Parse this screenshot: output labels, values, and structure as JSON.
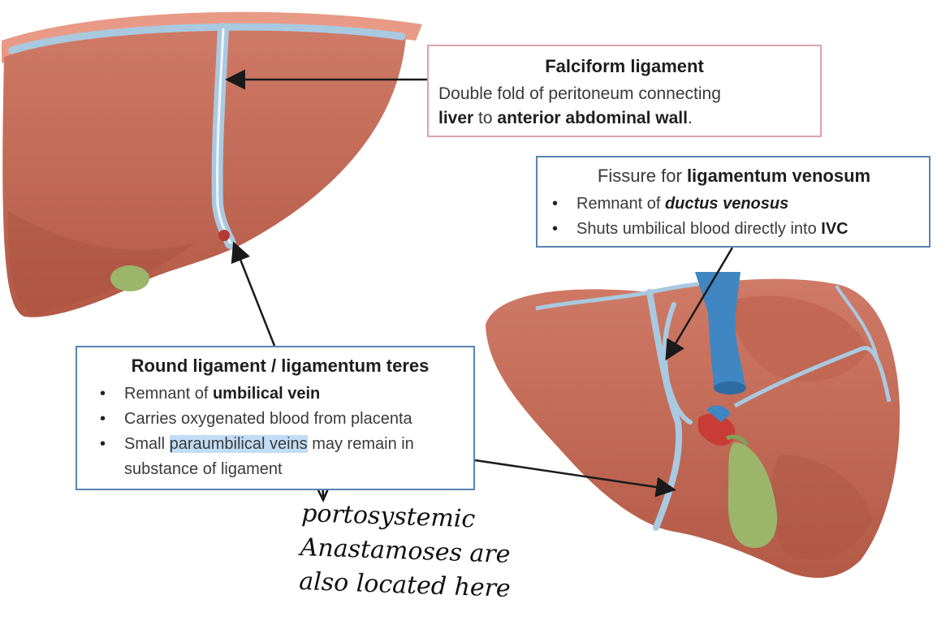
{
  "falciform": {
    "title": "Falciform ligament",
    "line1": "Double fold of peritoneum connecting",
    "line2_bold1": "liver",
    "line2_mid": " to ",
    "line2_bold2": "anterior abdominal wall",
    "line2_end": "."
  },
  "venosum": {
    "title_pre": "Fissure for ",
    "title_bold": "ligamentum venosum",
    "bullet1_pre": "Remnant of ",
    "bullet1_bold": "ductus venosus",
    "bullet2_pre": "Shuts umbilical blood directly into ",
    "bullet2_bold": "IVC"
  },
  "round": {
    "title": "Round ligament / ligamentum teres",
    "bullet1_pre": "Remnant of ",
    "bullet1_bold": "umbilical vein",
    "bullet2": "Carries oxygenated blood from placenta",
    "bullet3_pre": "Small ",
    "bullet3_highlight": "paraumbilical veins",
    "bullet3_post": " may remain in substance of ligament"
  },
  "handwritten_note": {
    "line1": "portosystemic",
    "line2": "Anastamoses are",
    "line3": "also located here"
  },
  "colors": {
    "liver": "#c46a57",
    "liver_dark": "#a9523f",
    "ligament": "#a9c9e0",
    "ivc": "#3f86c2",
    "gallbladder": "#9bb66a",
    "diaphragm": "#e89a86",
    "falciform_border": "#d9a2ad",
    "box_border": "#5b83b3"
  }
}
